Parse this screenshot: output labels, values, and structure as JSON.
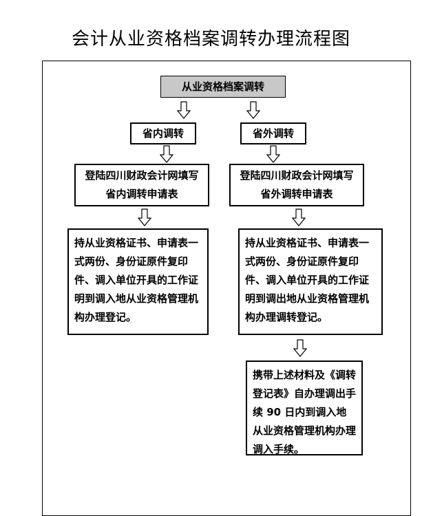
{
  "title": "会计从业资格档案调转办理流程图",
  "nodes": {
    "root": "从业资格档案调转",
    "in_province": "省内调转",
    "out_province": "省外调转",
    "in_login": "登陆四川财政会计网填写省内调转申请表",
    "out_login": "登陆四川财政会计网填写省外调转申请表",
    "in_docs": "持从业资格证书、申请表一式两份、身份证原件复印件、调入单位开具的工作证明到调入地从业资格管理机构办理登记。",
    "out_docs": "持从业资格证书、申请表一式两份、身份证原件复印件、调入单位开具的工作证明到调出地从业资格管理机构办理调转登记。",
    "out_final": "携带上述材料及《调转登记表》自办理调出手续 90 日内到调入地从业资格管理机构办理调入手续。"
  },
  "edges": [
    [
      "root",
      "in_province"
    ],
    [
      "root",
      "out_province"
    ],
    [
      "in_province",
      "in_login"
    ],
    [
      "out_province",
      "out_login"
    ],
    [
      "in_login",
      "in_docs"
    ],
    [
      "out_login",
      "out_docs"
    ],
    [
      "out_docs",
      "out_final"
    ]
  ]
}
